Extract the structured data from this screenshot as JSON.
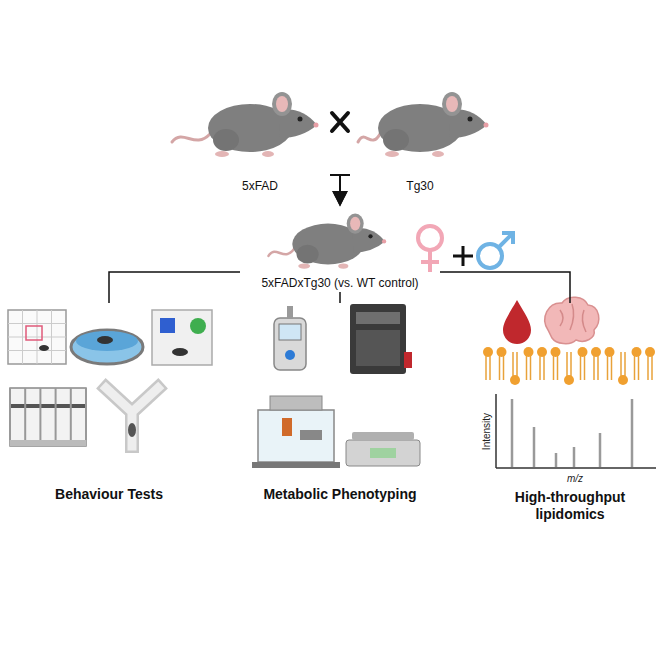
{
  "diagram": {
    "nodes": [
      {
        "text": [
          "5xFAD"
        ]
      },
      {
        "text": [
          "Tg30"
        ]
      },
      {
        "text": [
          "5xFADxTg30 (vs. WT control)"
        ]
      },
      {
        "text": [
          "Behaviour Tests"
        ]
      },
      {
        "text": [
          "Metabolic Phenotyping"
        ]
      },
      {
        "text": [
          "High-throughput lipidomics"
        ]
      }
    ],
    "edges": [
      {
        "from": 0,
        "to": 2,
        "arrow": "to"
      },
      {
        "from": 1,
        "to": 2,
        "arrow": "to"
      },
      {
        "from": 2,
        "to": 3,
        "arrow": "none"
      },
      {
        "from": 2,
        "to": 4,
        "arrow": "none"
      },
      {
        "from": 2,
        "to": 5,
        "arrow": "none"
      }
    ],
    "labels": [
      "Intensity",
      "m/z"
    ]
  }
}
